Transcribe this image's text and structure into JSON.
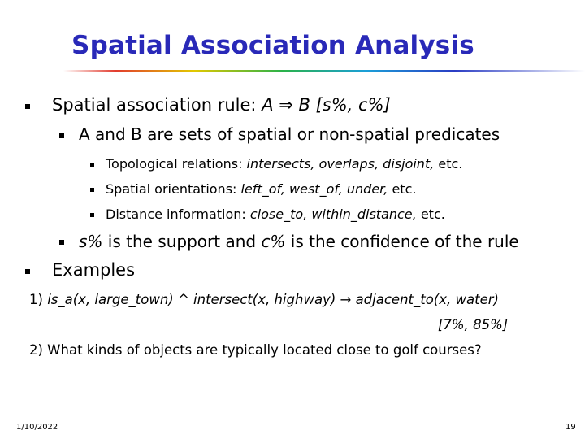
{
  "slide": {
    "title": "Spatial Association Analysis",
    "bullets": {
      "rule_prefix": "Spatial association rule: ",
      "rule_formula": "A ⇒ B [s%, c%]",
      "sets_desc": "A and B are sets of spatial or non-spatial predicates",
      "topo_label": "Topological relations: ",
      "topo_values": "intersects, overlaps, disjoint,",
      "topo_suffix": " etc.",
      "orient_label": "Spatial orientations: ",
      "orient_values": "left_of, west_of, under,",
      "orient_suffix": " etc.",
      "dist_label": "Distance information: ",
      "dist_values": "close_to, within_distance,",
      "dist_suffix": " etc.",
      "support_s": "s%",
      "support_mid": " is the support and ",
      "support_c": "c%",
      "support_end": " is the confidence of the rule",
      "examples": "Examples"
    },
    "examples": {
      "ex1_prefix": "1) ",
      "ex1_rule": "is_a(x, large_town) ^ intersect(x,  highway) → adjacent_to(x, water)",
      "ex1_metrics": "[7%, 85%]",
      "ex2": "2) What kinds of objects are typically located close to golf courses?"
    },
    "footer": {
      "date": "1/10/2022",
      "page": "19"
    },
    "colors": {
      "title": "#2929b8",
      "text": "#000000",
      "background": "#ffffff"
    }
  }
}
